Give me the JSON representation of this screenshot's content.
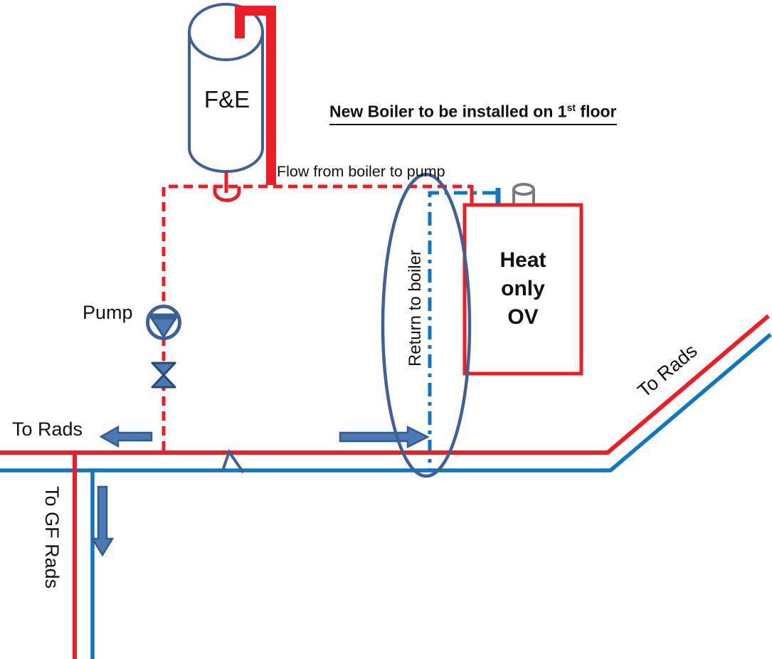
{
  "title": {
    "prefix": "New Boiler to be installed on 1",
    "sup": "st",
    "suffix": " floor"
  },
  "labels": {
    "flow": "Flow from boiler to pump",
    "fe_tank": "F&E",
    "pump": "Pump",
    "to_rads_left": "To Rads",
    "to_rads_right": "To Rads",
    "to_gf_rads": "To GF Rads",
    "return_to_boiler": "Return to boiler",
    "boiler_lines": [
      "Heat",
      "only",
      "OV"
    ]
  },
  "colors": {
    "pipe_red": "#ee1c25",
    "pipe_blue": "#0e76c2",
    "steel_outline": "#3f6195",
    "arrow_fill": "#4d79b2",
    "arrow_edge": "#2e5a96",
    "flue_gray": "#7a7a7a",
    "text": "#111111"
  }
}
